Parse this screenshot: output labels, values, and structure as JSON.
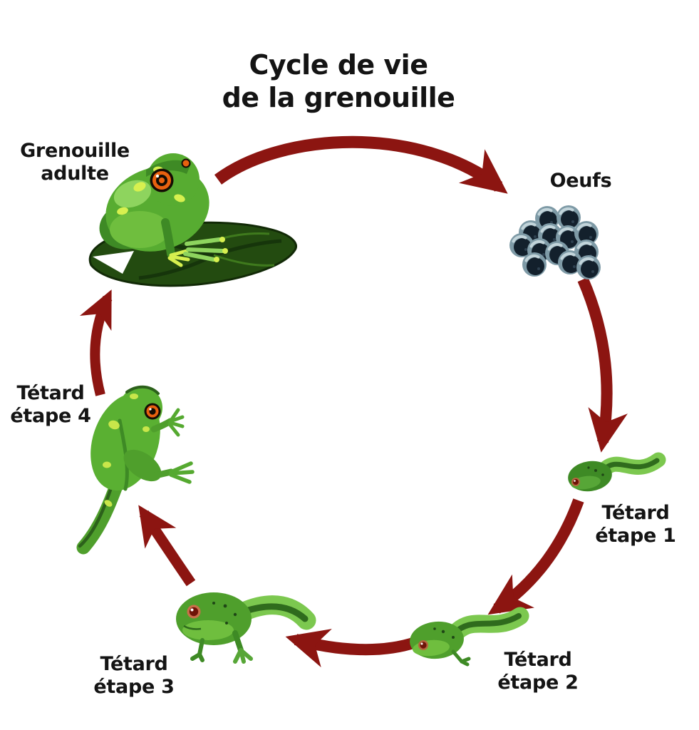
{
  "title": {
    "line1": "Cycle de vie",
    "line2": "de la grenouille"
  },
  "stages": {
    "adult": {
      "line1": "Grenouille",
      "line2": "adulte"
    },
    "eggs": {
      "label": "Oeufs"
    },
    "stage1": {
      "line1": "Tétard",
      "line2": "étape 1"
    },
    "stage2": {
      "line1": "Tétard",
      "line2": "étape 2"
    },
    "stage3": {
      "line1": "Tétard",
      "line2": "étape 3"
    },
    "stage4": {
      "line1": "Tétard",
      "line2": "étape 4"
    }
  },
  "cycle_order": [
    "Grenouille adulte",
    "Oeufs",
    "Tétard étape 1",
    "Tétard étape 2",
    "Tétard étape 3",
    "Tétard étape 4"
  ],
  "egg_count": 13,
  "colors": {
    "background": "#FFFFFF",
    "arrow": "#8C1511",
    "text": "#141414",
    "frog_green": "#57AC31",
    "frog_dark_green": "#2F6B1D",
    "frog_highlight": "#D7F04F",
    "lilypad_green": "#234B10",
    "eye_orange": "#E8610F",
    "egg_outer": "#7E9AA6",
    "egg_core": "#13202C"
  }
}
